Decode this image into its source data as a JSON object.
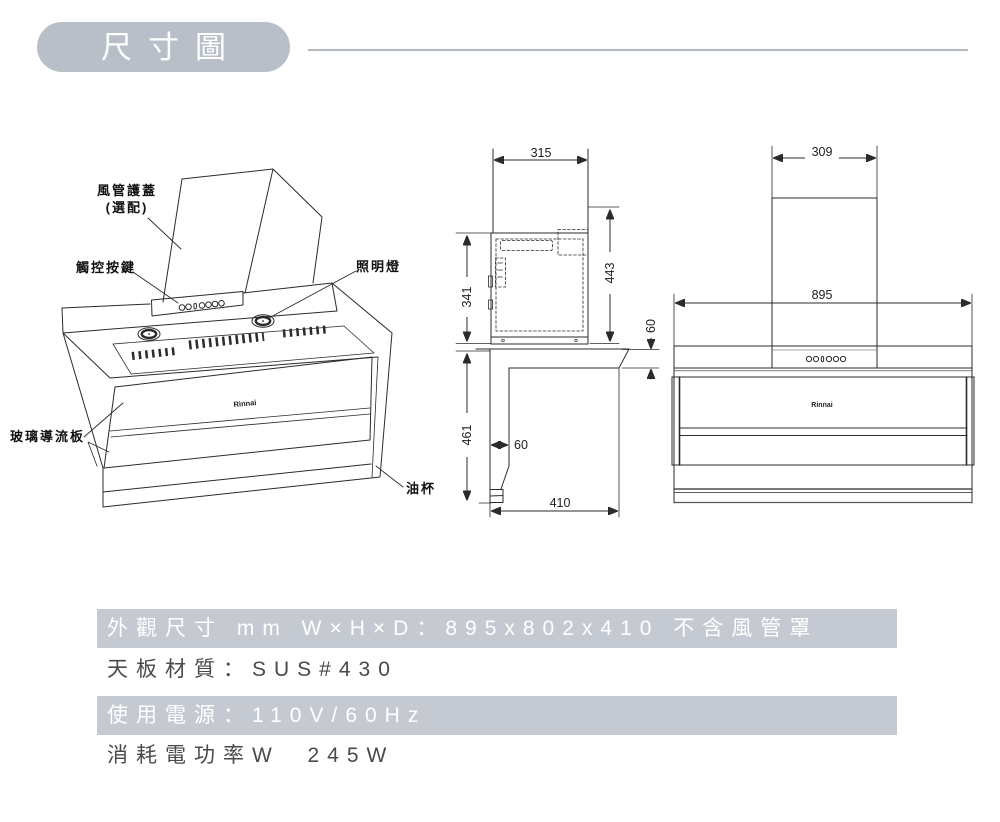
{
  "header": {
    "title": "尺寸圖"
  },
  "callouts": {
    "duct_cover": "風管護蓋",
    "duct_cover_note": "(選配)",
    "touch_buttons": "觸控按鍵",
    "light": "照明燈",
    "glass_deflector": "玻璃導流板",
    "oil_cup": "油杯"
  },
  "brand": {
    "logo": "Rinnai"
  },
  "side_view": {
    "dim_top_width": "315",
    "dim_body_height": "341",
    "dim_total_height": "443",
    "dim_shelf_height": "60",
    "dim_lower_height": "461",
    "dim_wall_offset": "60",
    "dim_depth": "410"
  },
  "front_view": {
    "dim_duct_width": "309",
    "dim_width": "895"
  },
  "spec_rows": [
    {
      "text": "外觀尺寸 mm W×H×D：895x802x410 不含風管罩",
      "highlighted": true
    },
    {
      "text": "天板材質：SUS#430",
      "highlighted": false
    },
    {
      "text": "使用電源：110V/60Hz",
      "highlighted": true
    },
    {
      "text": "消耗電功率W  245W",
      "highlighted": false
    }
  ],
  "colors": {
    "accent_bar": "#c5cad2",
    "badge": "#b9bfc8"
  }
}
